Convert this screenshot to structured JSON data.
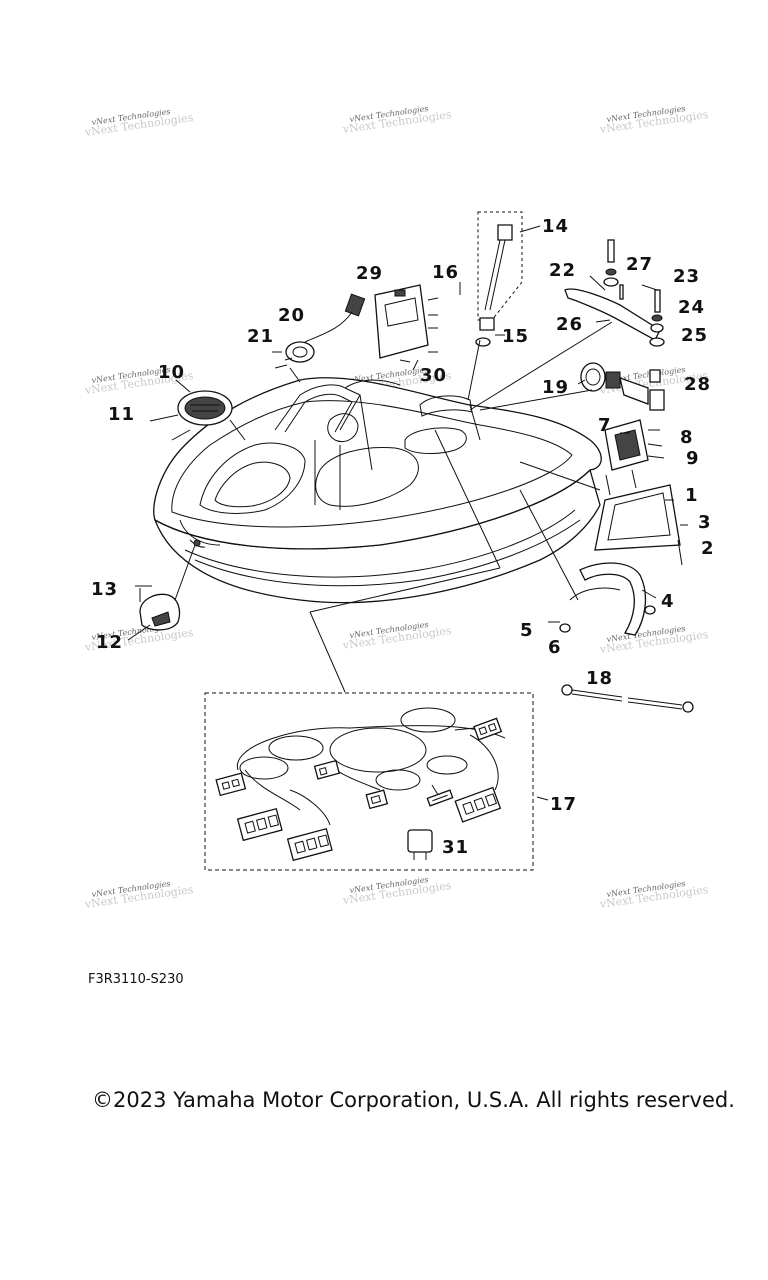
{
  "watermark": "vNext Technologies",
  "callouts": [
    "1",
    "2",
    "3",
    "4",
    "5",
    "6",
    "7",
    "8",
    "9",
    "10",
    "11",
    "12",
    "13",
    "14",
    "15",
    "16",
    "17",
    "18",
    "19",
    "20",
    "21",
    "22",
    "23",
    "24",
    "25",
    "26",
    "27",
    "28",
    "29",
    "30",
    "31"
  ],
  "diagram_code": "F3R3110-S230",
  "copyright": "©2023 Yamaha Motor Corporation, U.S.A. All rights reserved."
}
